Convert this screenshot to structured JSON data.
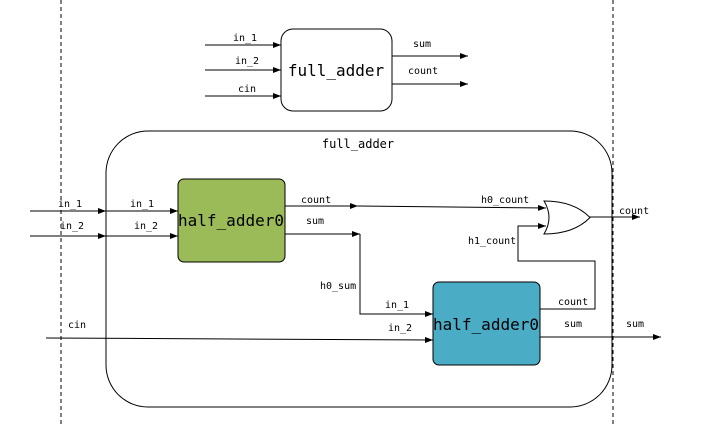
{
  "top_module": {
    "block_label": "full_adder",
    "inputs": [
      "in_1",
      "in_2",
      "cin"
    ],
    "outputs": [
      "sum",
      "count"
    ]
  },
  "detail": {
    "container_label": "full_adder",
    "ext_inputs": [
      "in_1",
      "in_2"
    ],
    "cin_label": "cin",
    "half_adder_a": {
      "label": "half_adder0",
      "color": "#9bbb59",
      "inputs": [
        "in_1",
        "in_2"
      ],
      "outputs": [
        "count",
        "sum"
      ]
    },
    "half_adder_b": {
      "label": "half_adder0",
      "color": "#4bacc6",
      "inputs": [
        "in_1",
        "in_2"
      ],
      "outputs": [
        "count",
        "sum"
      ]
    },
    "wires": {
      "h0_count": "h0_count",
      "h1_count": "h1_count",
      "h0_sum": "h0_sum"
    },
    "ext_outputs": [
      "count",
      "sum"
    ]
  }
}
